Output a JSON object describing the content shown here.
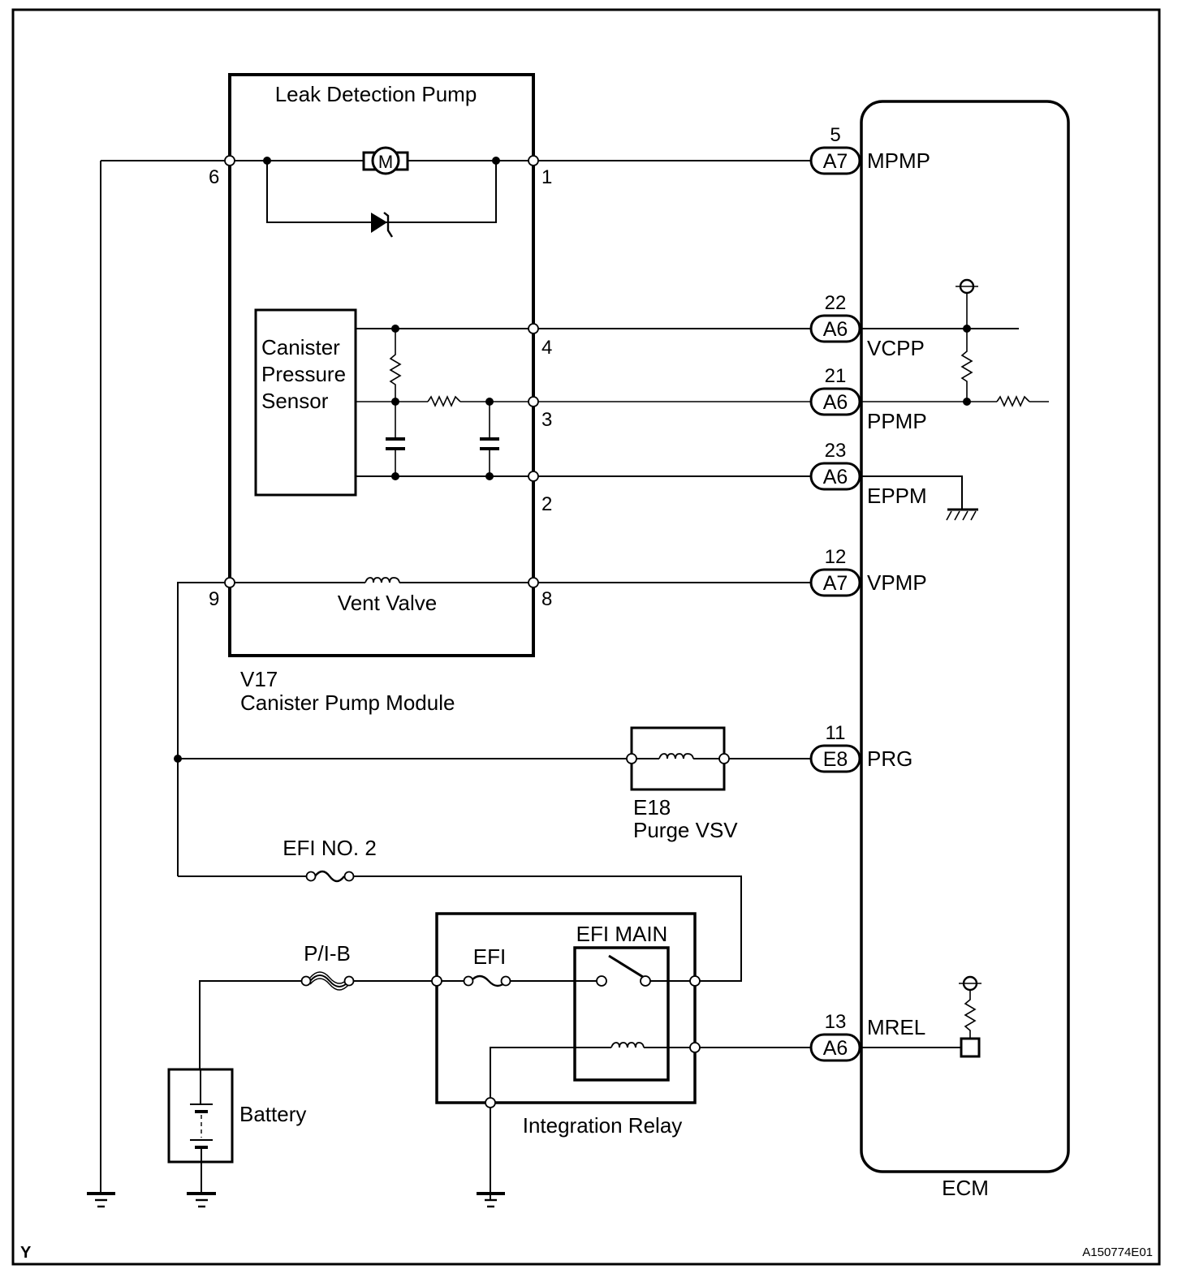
{
  "diagram": {
    "figure_id": "A150774E01",
    "corner_mark": "Y",
    "components": {
      "leak_detection_pump": {
        "title": "Leak Detection Pump",
        "motor_symbol": "M"
      },
      "canister_pressure_sensor": {
        "line1": "Canister",
        "line2": "Pressure",
        "line3": "Sensor"
      },
      "vent_valve": {
        "label": "Vent Valve"
      },
      "canister_pump_module": {
        "code": "V17",
        "name": "Canister Pump Module"
      },
      "purge_vsv": {
        "code": "E18",
        "name": "Purge VSV"
      },
      "fuse_efi_no2": {
        "label": "EFI NO. 2"
      },
      "fuse_pib": {
        "label": "P/I-B"
      },
      "fuse_efi": {
        "label": "EFI"
      },
      "relay_efi_main": {
        "label": "EFI MAIN"
      },
      "integration_relay": {
        "label": "Integration Relay"
      },
      "battery": {
        "label": "Battery"
      },
      "ecm": {
        "label": "ECM"
      }
    },
    "module_pins": {
      "p6": "6",
      "p1": "1",
      "p4": "4",
      "p3": "3",
      "p2": "2",
      "p9": "9",
      "p8": "8"
    },
    "ecm_terminals": [
      {
        "pin": "5",
        "connector": "A7",
        "signal": "MPMP"
      },
      {
        "pin": "22",
        "connector": "A6",
        "signal": "VCPP"
      },
      {
        "pin": "21",
        "connector": "A6",
        "signal": "PPMP"
      },
      {
        "pin": "23",
        "connector": "A6",
        "signal": "EPPM"
      },
      {
        "pin": "12",
        "connector": "A7",
        "signal": "VPMP"
      },
      {
        "pin": "11",
        "connector": "E8",
        "signal": "PRG"
      },
      {
        "pin": "13",
        "connector": "A6",
        "signal": "MREL"
      }
    ]
  }
}
